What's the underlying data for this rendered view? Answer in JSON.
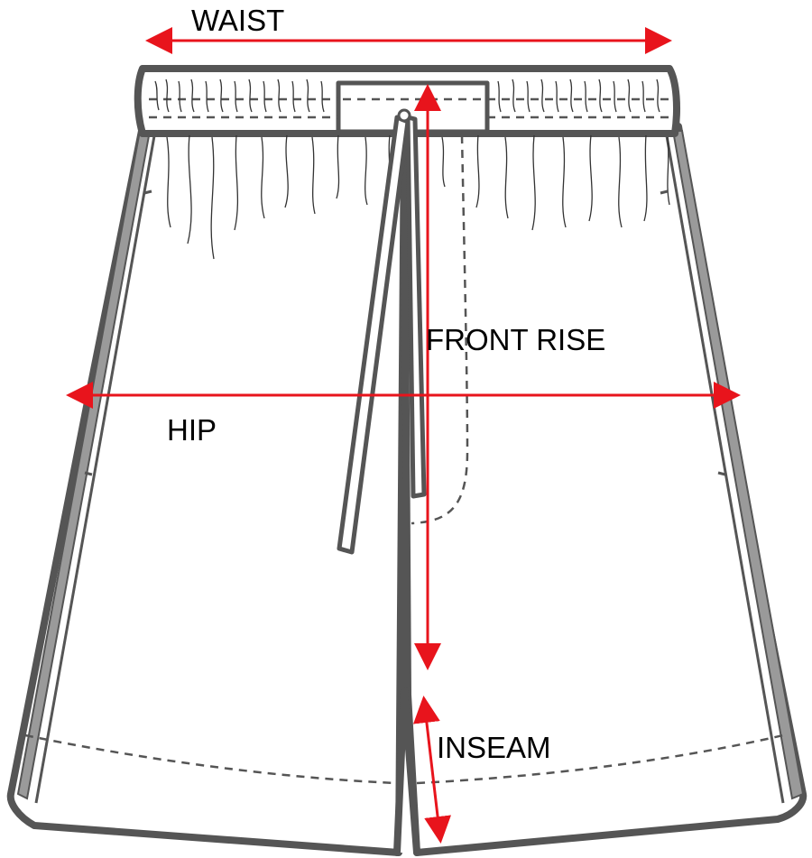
{
  "diagram": {
    "title": "",
    "labels": {
      "waist": "WAIST",
      "front_rise": "FRONT RISE",
      "hip": "HIP",
      "inseam": "INSEAM"
    },
    "colors": {
      "arrow": "#e8141c",
      "outline": "#555555",
      "stripe": "#9a9a9a",
      "text": "#000000"
    },
    "icons": [
      "shorts-illustration",
      "double-arrow"
    ]
  }
}
